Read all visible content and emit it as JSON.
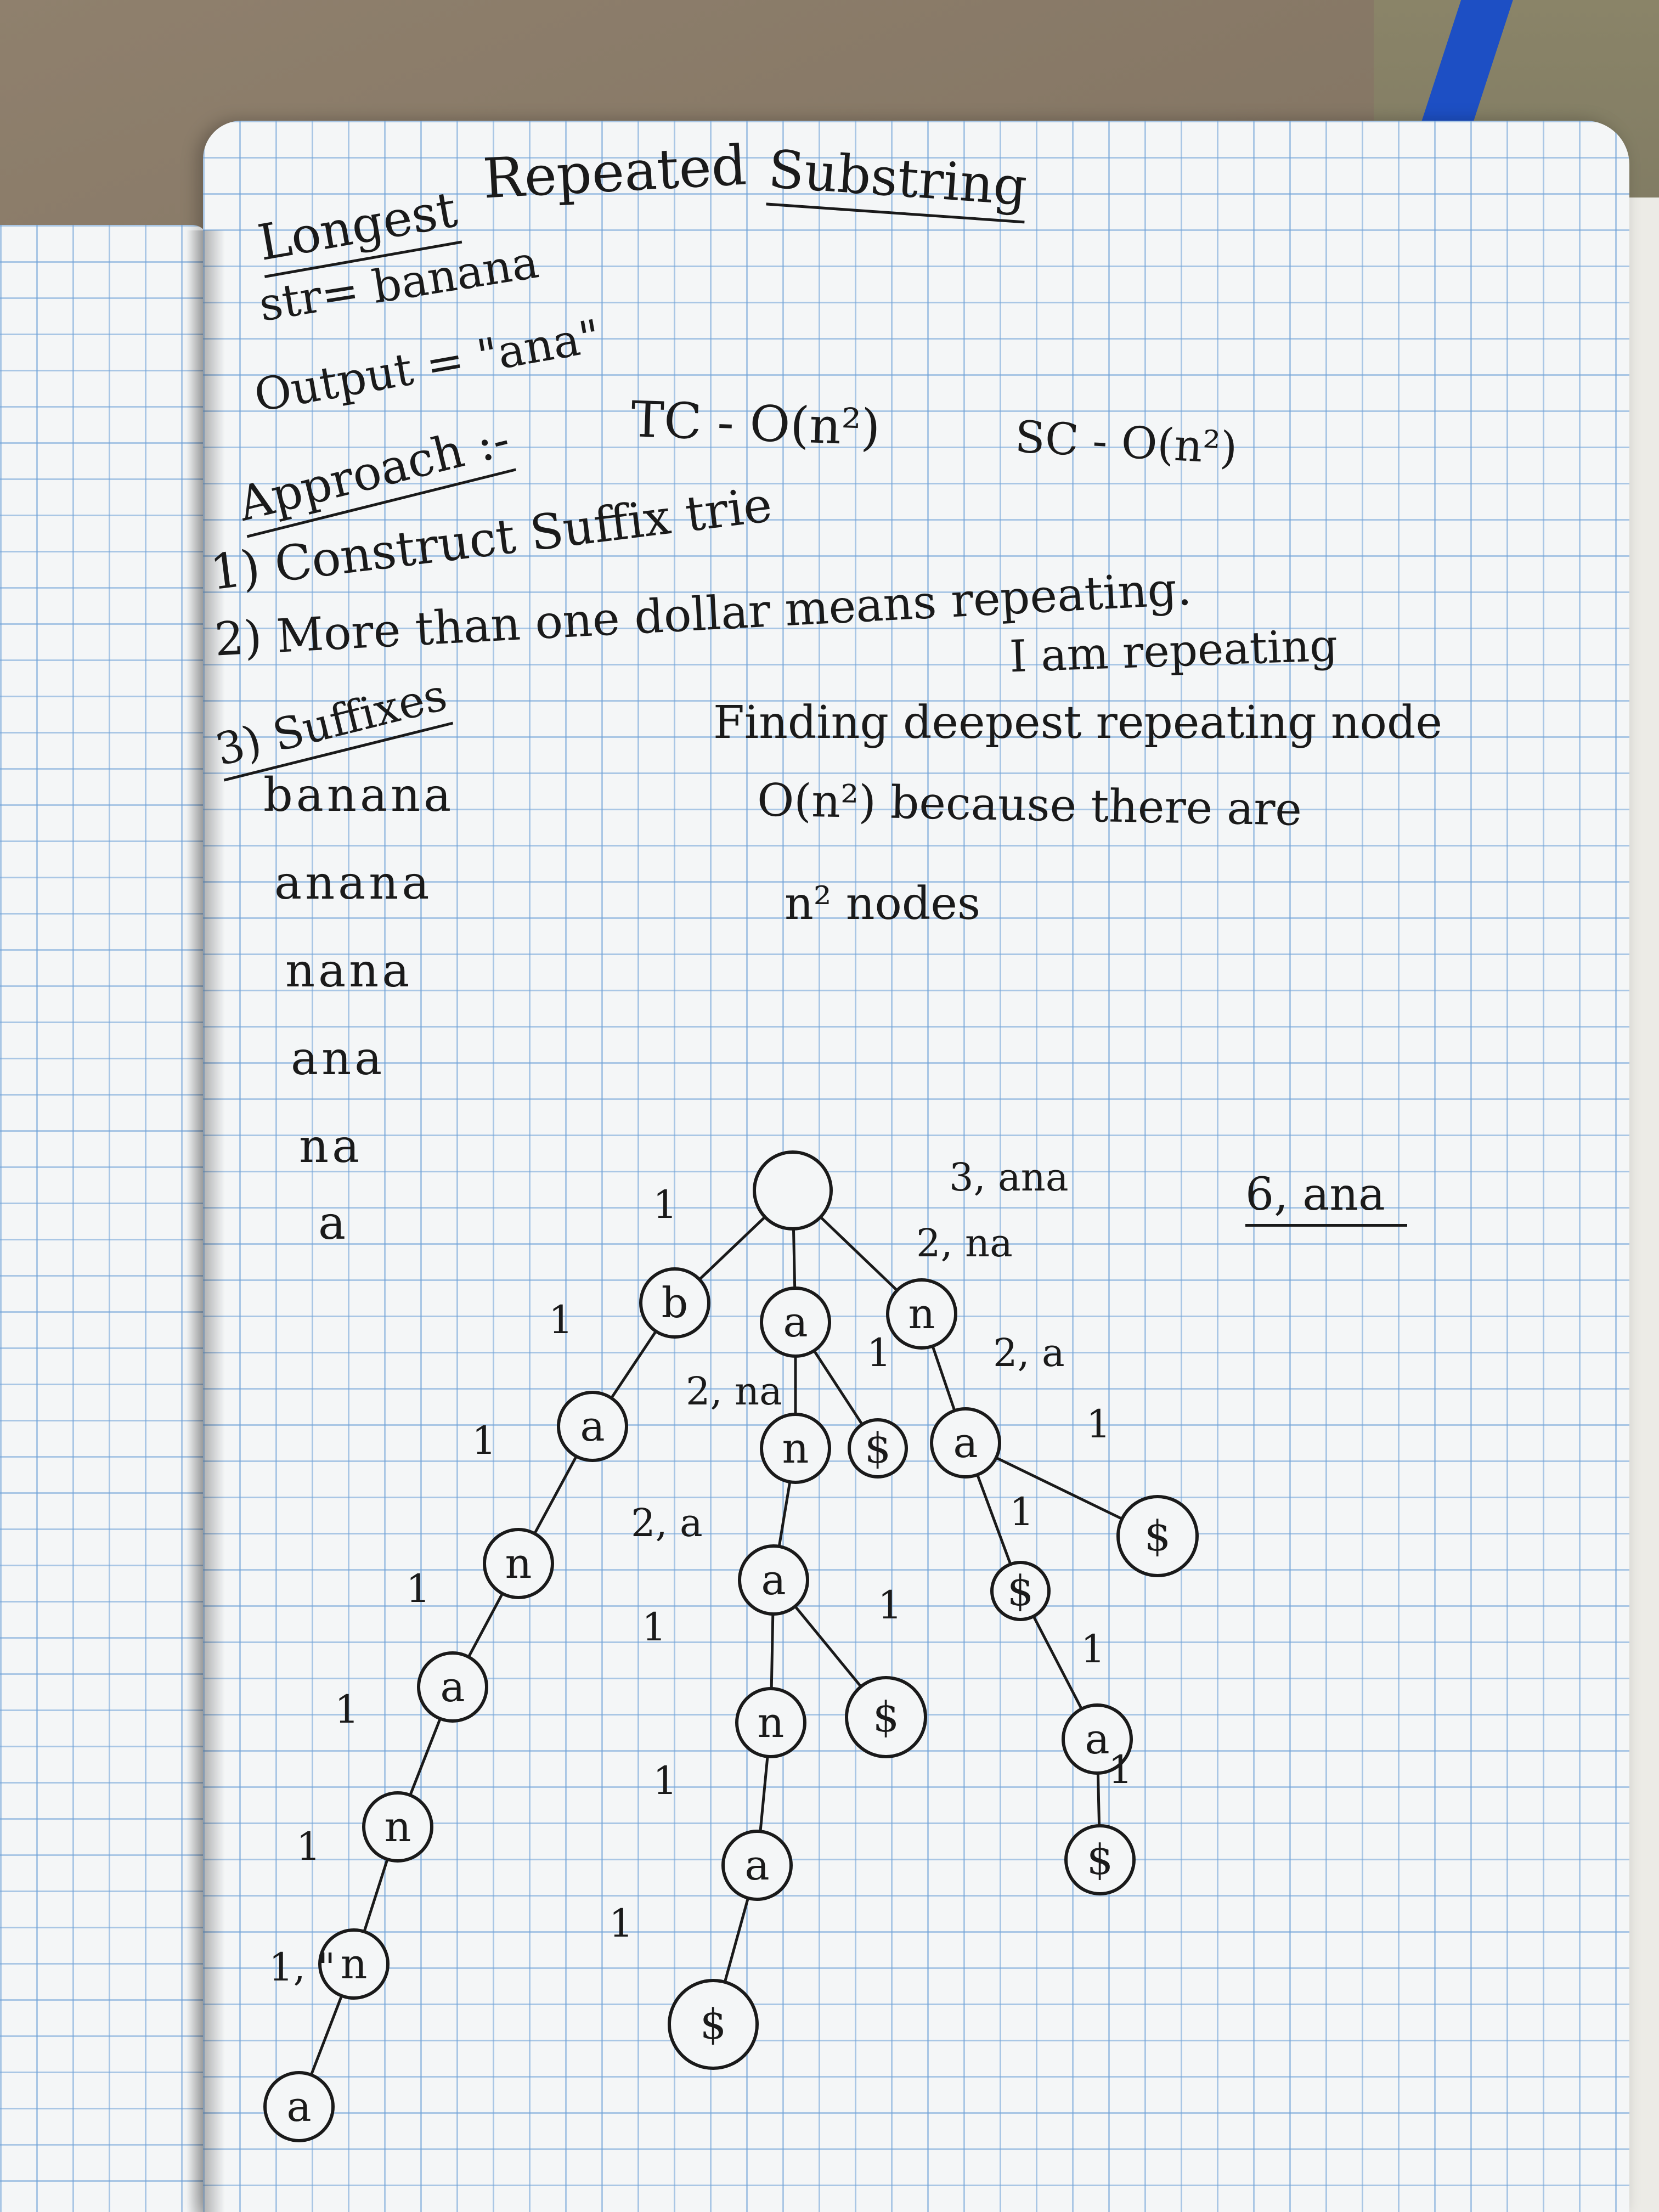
{
  "heading": {
    "word1": "Longest",
    "word2": "Repeated",
    "word3": "Substring"
  },
  "input_line": "str= banana",
  "output_line": "Output = \"ana\"",
  "approach": {
    "label": "Approach :-",
    "tc": "TC - O(n²)",
    "sc": "SC - O(n²)"
  },
  "steps": [
    "1) Construct  Suffix  trie",
    "2) More  than  one  dollar  means  repeating.",
    "3) Suffixes"
  ],
  "repeat_note": "I am repeating",
  "suffixes": [
    "banana",
    "anana",
    "nana",
    "ana",
    "na",
    "a"
  ],
  "complexity_note": {
    "line1": "Finding deepest repeating node",
    "line2": "O(n²) because there are",
    "line3": "n² nodes"
  },
  "answer_note": "6, ana",
  "trie": {
    "nodes": [
      "",
      "b",
      "a",
      "n",
      "a",
      "n",
      "$",
      "a",
      "$",
      "n",
      "a",
      "a",
      "$",
      "n",
      "$",
      "n",
      "a",
      "a",
      "n",
      "$",
      "a",
      "$"
    ],
    "edge_labels": [
      "3, ana",
      "2, na",
      "1",
      "1",
      "2, a",
      "1",
      "2, na",
      "1",
      "1",
      "1",
      "2, a",
      "1",
      "1",
      "1",
      "1",
      "1",
      "1",
      "1",
      "1, \"",
      "1",
      "1"
    ]
  },
  "colors": {
    "ink": "#1a1a1a",
    "grid": "#6ea0d7",
    "paper": "#f4f6f7"
  }
}
